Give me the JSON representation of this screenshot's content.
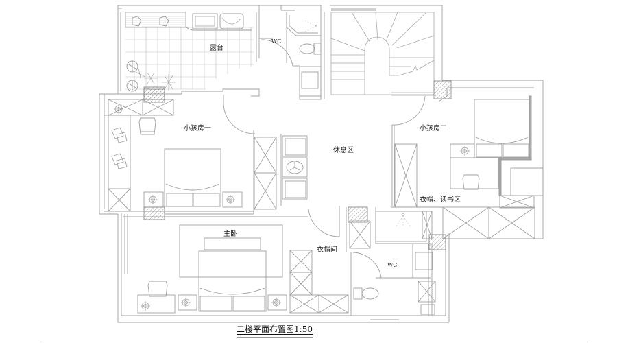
{
  "drawing": {
    "title": "二楼平面布置图1:50",
    "scale": "1:50",
    "line_color": "#9a9a9a",
    "wall_color": "#b8b8b8",
    "hatch_color": "#888888",
    "dark_wall_color": "#999999"
  },
  "rooms": {
    "terrace": "露台",
    "wc_top": "WC",
    "child_room_1": "小孩房一",
    "lounge": "休息区",
    "child_room_2": "小孩房二",
    "wardrobe_study": "衣帽、读书区",
    "master_bedroom": "主卧",
    "walk_in_closet": "衣帽间",
    "wc_bottom": "WC"
  }
}
